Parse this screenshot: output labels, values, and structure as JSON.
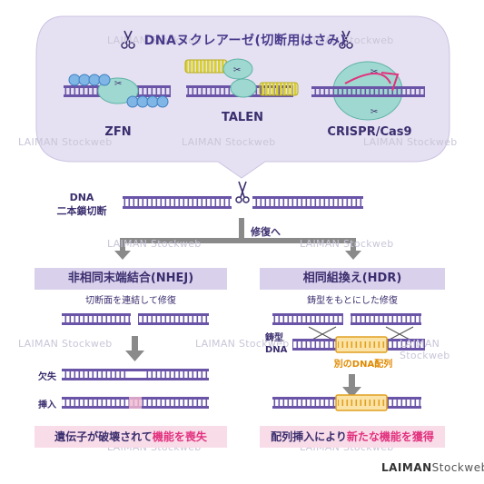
{
  "title": "DNAヌクレアーゼ(切断用はさみ)",
  "tools": [
    {
      "name": "ZFN"
    },
    {
      "name": "TALEN"
    },
    {
      "name": "CRISPR/Cas9"
    }
  ],
  "cut": {
    "label_line1": "DNA",
    "label_line2": "二本鎖切断",
    "repair_label": "修復へ"
  },
  "nhej": {
    "header": "非相同末端結合(NHEJ)",
    "desc": "切断面を連結して修復",
    "deletion_label": "欠失",
    "insertion_label": "挿入",
    "result_prefix": "遺伝子が破壊されて",
    "result_highlight": "機能を喪失"
  },
  "hdr": {
    "header": "相同組換え(HDR)",
    "desc": "鋳型をもとにした修復",
    "template_label_line1": "鋳型",
    "template_label_line2": "DNA",
    "other_dna_label": "別のDNA配列",
    "result_prefix": "配列挿入により",
    "result_highlight": "新たな機能を獲得"
  },
  "watermark": "LAIMAN Stockweb",
  "brand": {
    "bold": "LAIMAN",
    "rest": "Stockweb"
  },
  "colors": {
    "dna": "#6a54a8",
    "bubble": "#e6e1f2",
    "orange": "#f5a623",
    "yellow": "#e8de45",
    "teal": "#9fd8d0",
    "pink": "#e2317e"
  }
}
